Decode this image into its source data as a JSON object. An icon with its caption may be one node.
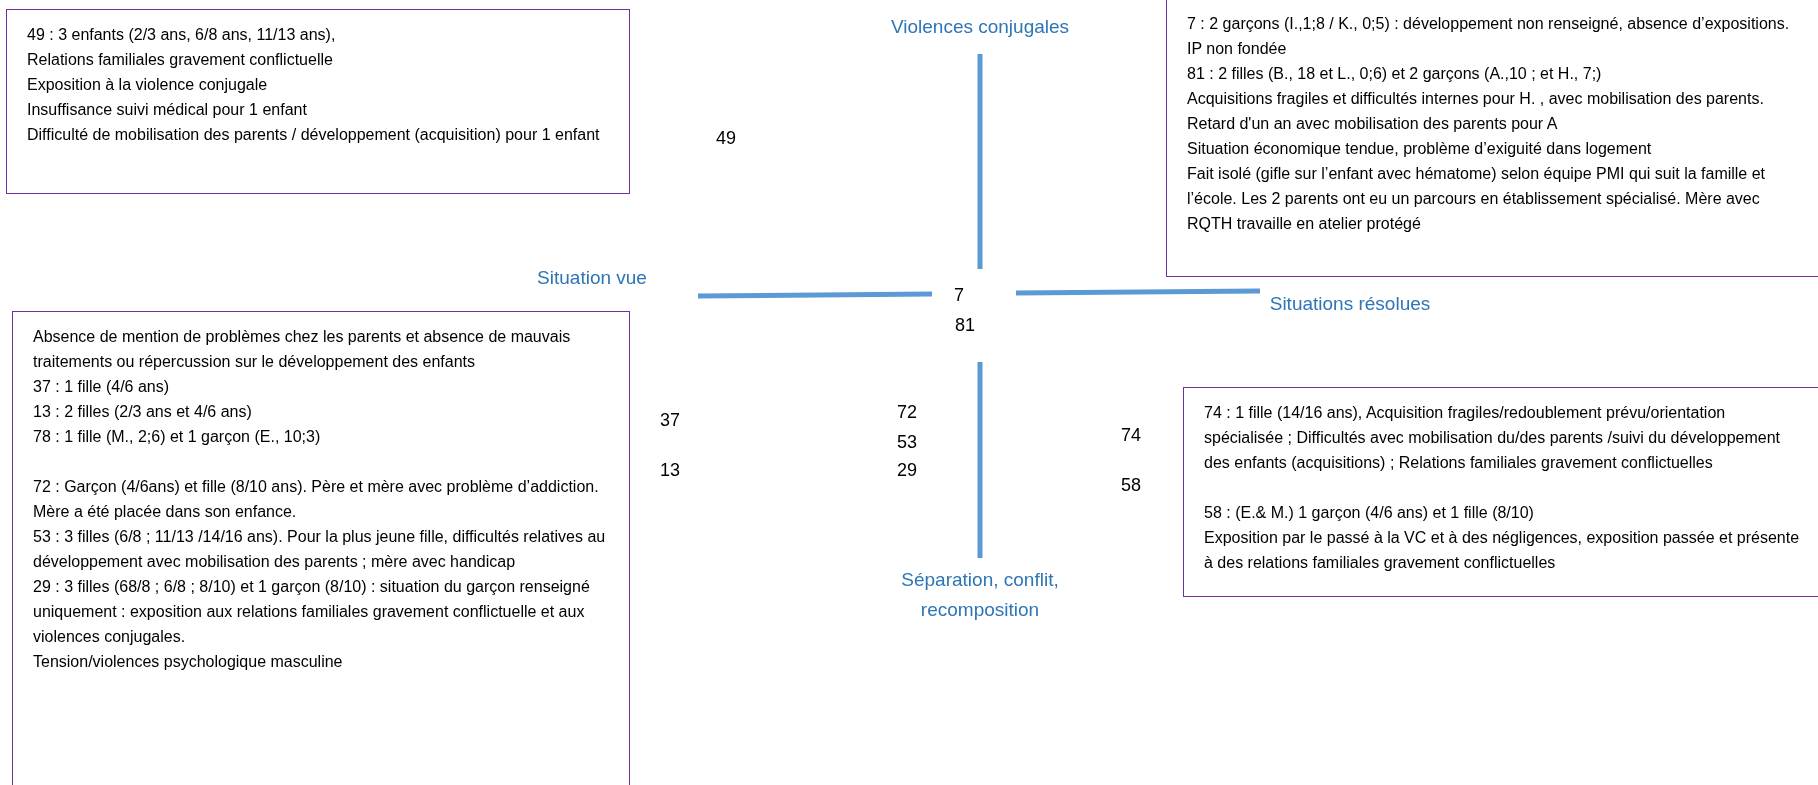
{
  "diagram": {
    "nodes": [
      {
        "text": [
          "49 : 3 enfants (2/3 ans, 6/8 ans, 11/13 ans),",
          "Relations familiales gravement conflictuelle",
          "Exposition à la violence conjugale",
          "Insuffisance suivi médical pour 1 enfant",
          "Difficulté de mobilisation des parents / développement (acquisition) pour 1 enfant"
        ]
      },
      {
        "text": [
          "7 : 2 garçons (I.,1;8 / K., 0;5) : développement non renseigné, absence d’expositions. IP non fondée",
          "81 : 2 filles (B., 18 et L., 0;6) et 2 garçons (A.,10 ; et H., 7;)",
          "Acquisitions fragiles et difficultés internes pour H. , avec mobilisation des parents. Retard d'un an avec mobilisation des parents pour A",
          "Situation économique tendue, problème d’exiguité dans logement",
          "Fait isolé (gifle sur l’enfant avec hématome) selon équipe PMI qui suit la famille et l’école. Les 2 parents ont eu un parcours en établissement spécialisé. Mère  avec RQTH travaille en atelier protégé"
        ]
      },
      {
        "text": [
          "Absence de mention de problèmes chez les parents et absence de mauvais traitements ou répercussion sur le développement des enfants",
          "37 : 1 fille (4/6 ans)",
          "13 : 2 filles (2/3 ans et 4/6 ans)",
          "78 : 1 fille  (M., 2;6) et 1 garçon (E., 10;3)",
          "72 : Garçon (4/6ans) et fille (8/10 ans). Père et mère avec problème d’addiction. Mère a été placée dans son enfance.",
          "53 : 3 filles (6/8 ; 11/13 /14/16 ans). Pour la plus jeune fille, difficultés relatives au développement avec mobilisation des parents ; mère avec handicap",
          "29 : 3 filles (68/8 ; 6/8 ; 8/10) et 1 garçon (8/10) : situation du garçon renseigné uniquement : exposition aux relations familiales gravement conflictuelle et aux violences conjugales.",
          "Tension/violences psychologique masculine"
        ]
      },
      {
        "text": [
          "74 : 1 fille (14/16 ans), Acquisition fragiles/redoublement prévu/orientation spécialisée ; Difficultés avec mobilisation du/des parents /suivi du développement des enfants (acquisitions) ; Relations familiales gravement conflictuelles",
          "58 : (E.& M.) 1 garçon (4/6 ans) et 1 fille (8/10)",
          "Exposition par le passé à la VC et à des négligences, exposition passée et présente à des relations familiales gravement conflictuelles"
        ]
      }
    ],
    "labels": [
      "Violences conjugales",
      "49",
      "Situation vue",
      "7",
      "Situations résolues",
      "81",
      "72",
      "37",
      "74",
      "53",
      "13",
      "29",
      "58",
      "Séparation, conflit, recomposition"
    ]
  }
}
